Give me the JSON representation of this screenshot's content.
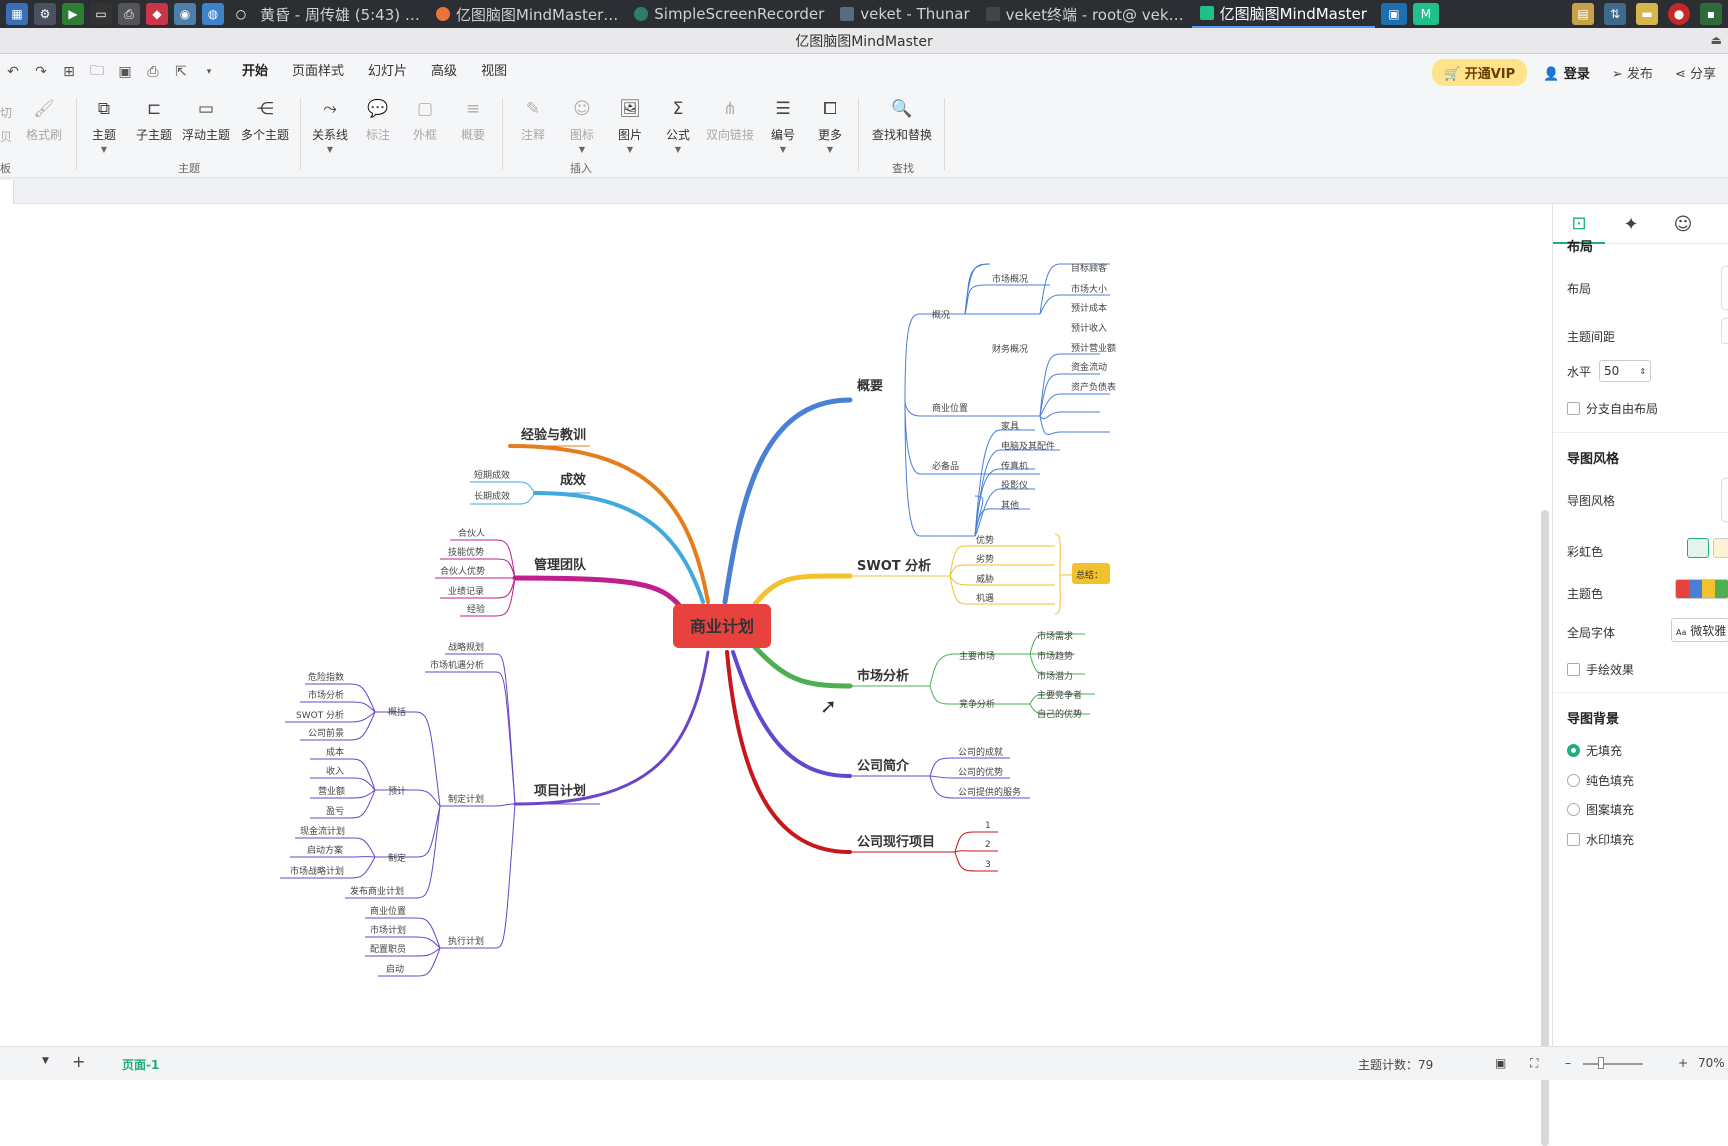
{
  "taskbar": {
    "tasks": [
      {
        "label": "黄昏 - 周传雄 (5:43) …",
        "color": "#888"
      },
      {
        "label": "亿图脑图MindMaster…",
        "color": "#e8743b"
      },
      {
        "label": "SimpleScreenRecorder",
        "color": "#2e7d6b"
      },
      {
        "label": "veket - Thunar",
        "color": "#5a6b80"
      },
      {
        "label": "veket终端 - root@ vek…",
        "color": "#444"
      },
      {
        "label": "亿图脑图MindMaster",
        "color": "#21c08b"
      }
    ]
  },
  "window": {
    "title": "亿图脑图MindMaster"
  },
  "menubar": {
    "tabs": [
      "开始",
      "页面样式",
      "幻灯片",
      "高级",
      "视图"
    ],
    "vip": "开通VIP",
    "login": "登录",
    "publish": "发布",
    "share": "分享"
  },
  "ribbon": {
    "cut": "切",
    "copy": "贝",
    "clip": "板",
    "format_painter": "格式刷",
    "topic": "主题",
    "subtopic": "子主题",
    "float_topic": "浮动主题",
    "multi_topic": "多个主题",
    "group_topic": "主题",
    "relation": "关系线",
    "callout": "标注",
    "boundary": "外框",
    "summary": "概要",
    "note": "注释",
    "icon": "图标",
    "image": "图片",
    "formula": "公式",
    "link": "双向链接",
    "numbering": "编号",
    "more": "更多",
    "group_insert": "插入",
    "find_replace": "查找和替换",
    "group_find": "查找"
  },
  "mindmap": {
    "center": "商业计划",
    "right": {
      "overview": {
        "label": "概要",
        "general": "概况",
        "market_overview": "市场概况",
        "target_customers": "目标顾客",
        "market_size": "市场大小",
        "finance_overview": "财务概况",
        "est_cost": "预计成本",
        "est_income": "预计收入",
        "est_revenue": "预计营业额",
        "cash_flow": "资金流动",
        "balance_sheet": "资产负债表",
        "location": "商业位置",
        "essentials": "必备品",
        "furniture": "家具",
        "computers": "电脑及其配件",
        "fax": "传真机",
        "projector": "投影仪",
        "others": "其他"
      },
      "swot": {
        "label": "SWOT 分析",
        "s": "优势",
        "w": "劣势",
        "t": "威胁",
        "o": "机遇",
        "summary": "总结："
      },
      "market": {
        "label": "市场分析",
        "main_market": "主要市场",
        "demand": "市场需求",
        "trend": "市场趋势",
        "potential": "市场潜力",
        "competition": "竞争分析",
        "competitors": "主要竞争者",
        "own_adv": "自己的优势"
      },
      "intro": {
        "label": "公司简介",
        "a": "公司的成就",
        "b": "公司的优势",
        "c": "公司提供的服务"
      },
      "projects": {
        "label": "公司现行项目",
        "items": [
          "1",
          "2",
          "3"
        ]
      }
    },
    "left": {
      "experience": {
        "label": "经验与教训"
      },
      "results": {
        "label": "成效",
        "short": "短期成效",
        "long": "长期成效"
      },
      "team": {
        "label": "管理团队",
        "items": [
          "合伙人",
          "技能优势",
          "合伙人优势",
          "业绩记录",
          "经验"
        ]
      },
      "plan": {
        "label": "项目计划",
        "strategy": "战略规划",
        "opportunity": "市场机遇分析",
        "make_plan": "制定计划",
        "outline": "概括",
        "outline_items": [
          "危险指数",
          "市场分析",
          "SWOT 分析",
          "公司前景"
        ],
        "estimate": "预计",
        "estimate_items": [
          "成本",
          "收入",
          "营业额",
          "盈亏"
        ],
        "formulate": "制定",
        "formulate_items": [
          "现金流计划",
          "启动方案",
          "市场战略计划"
        ],
        "publish_plan": "发布商业计划",
        "execute": "执行计划",
        "execute_items": [
          "商业位置",
          "市场计划",
          "配置职员",
          "启动"
        ]
      }
    }
  },
  "panel": {
    "layout_title": "布局",
    "layout": "布局",
    "spacing": "主题间距",
    "horizontal": "水平",
    "horizontal_value": "50",
    "free_layout": "分支自由布局",
    "style_title": "导图风格",
    "style": "导图风格",
    "rainbow": "彩虹色",
    "theme_color": "主题色",
    "font": "全局字体",
    "font_value": "微软雅",
    "handdrawn": "手绘效果",
    "bg_title": "导图背景",
    "bg_options": [
      "无填充",
      "纯色填充",
      "图案填充",
      "水印填充"
    ]
  },
  "statusbar": {
    "page": "页面-1",
    "topic_count": "主题计数：79",
    "zoom": "70%"
  },
  "colors": {
    "center": "#e8423f",
    "overview": "#4a7fd6",
    "swot": "#f2c12e",
    "market": "#4caf50",
    "intro": "#5b4ccf",
    "projects": "#c8161d",
    "experience": "#e57d1f",
    "results": "#3fa9e0",
    "team": "#c01f8e",
    "plan": "#6b45c9",
    "accent": "#1fae7e"
  }
}
